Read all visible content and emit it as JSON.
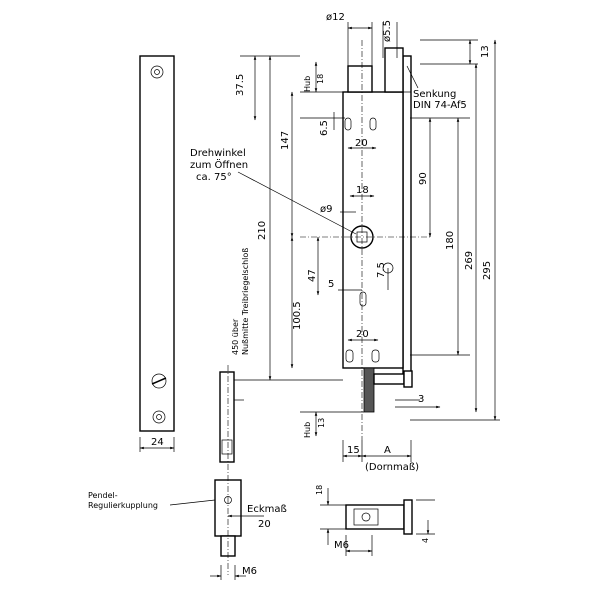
{
  "labels": {
    "d12": "ø12",
    "d55": "ø5.5",
    "dim13_top": "13",
    "senkung": "Senkung",
    "din": "DIN 74-Af5",
    "dim375": "37.5",
    "hub_top": "Hub",
    "dim18_top": "18",
    "dim65": "6.5",
    "dim20_top": "20",
    "dim147": "147",
    "drehwinkel_1": "Drehwinkel",
    "drehwinkel_2": "zum Öffnen",
    "drehwinkel_3": "ca. 75°",
    "dim90": "90",
    "dim18_mid": "18",
    "d9": "ø9",
    "dim210": "210",
    "dim180": "180",
    "dim269": "269",
    "dim295": "295",
    "dim47": "47",
    "dim75": "7.5",
    "dim5": "5",
    "treib_1": "450 über",
    "treib_2": "Nußmitte Treibriegelschloß",
    "dim1005": "100.5",
    "dim20_low": "20",
    "dim3": "3",
    "hub_bottom": "Hub",
    "dim13_bottom": "13",
    "dim15": "15",
    "dimA": "A",
    "dornmass": "(Dornmaß)",
    "dim24": "24",
    "pendel_1": "Pendel-",
    "pendel_2": "Regulierkupplung",
    "eckmass": "Eckmaß",
    "dim20_coupling": "20",
    "dimM6_left": "M6",
    "dim18_side": "18",
    "dimM6_right": "M6",
    "dim4": "4"
  }
}
